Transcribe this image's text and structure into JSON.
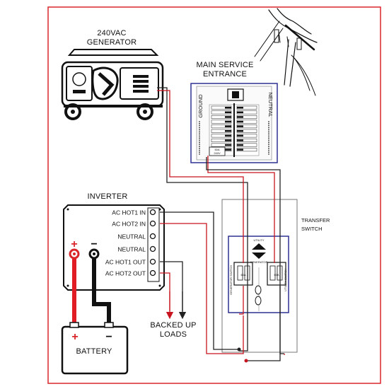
{
  "diagram": {
    "generator": {
      "label_line1": "240VAC",
      "label_line2": "GENERATOR"
    },
    "main_service": {
      "label_line1": "MAIN SERVICE",
      "label_line2": "ENTRANCE",
      "ground_label": "GROUND",
      "neutral_label": "NEUTRAL",
      "breaker_tag_line1": "50A",
      "breaker_tag_line2": "240V"
    },
    "inverter": {
      "title": "INVERTER",
      "terminals": [
        "AC HOT1 IN",
        "AC HOT2 IN",
        "NEUTRAL",
        "NEUTRAL",
        "AC HOT1 OUT",
        "AC HOT2 OUT"
      ],
      "plus_symbol": "+",
      "minus_symbol": "−"
    },
    "battery": {
      "label": "BATTERY",
      "plus_symbol": "+",
      "minus_symbol": "−"
    },
    "transfer_switch": {
      "label_line1": "TRANSFER",
      "label_line2": "SWITCH",
      "utility_label": "UTILITY",
      "generator_label": "GENERATOR",
      "generator_switch_label": "GENERATOR SWITCH",
      "utility_switch_label": "UTILITY SWITCH",
      "breaker_rating": "60A"
    },
    "loads": {
      "label_line1": "BACKED UP",
      "label_line2": "LOADS"
    },
    "colors": {
      "border": "#d9262b",
      "hot": "#c8141e",
      "wire_dark": "#222222",
      "panel_border": "#2e3192",
      "battery_wire": "#e11c24"
    }
  }
}
